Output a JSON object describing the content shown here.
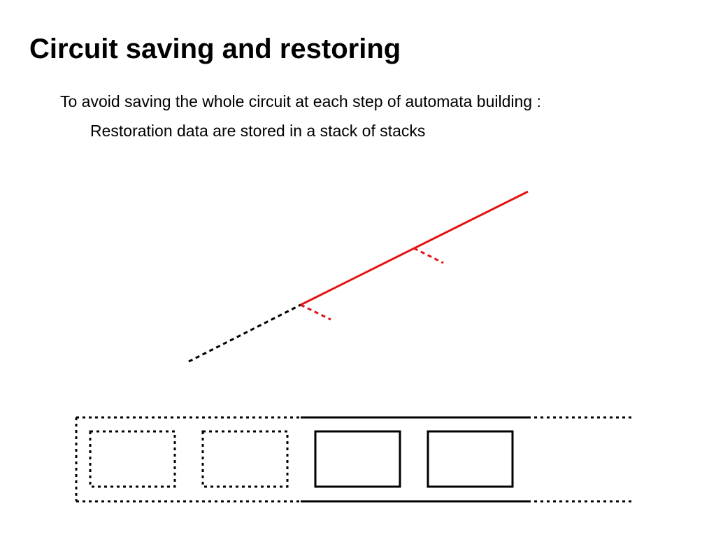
{
  "slide": {
    "title": "Circuit saving and restoring",
    "bullets": [
      "To avoid saving the whole circuit at each step of automata building :",
      "Restoration data are stored in a stack of stacks"
    ]
  },
  "diagram": {
    "colors": {
      "active_path": "#e31414",
      "saved_path": "#000000",
      "stack_border": "#000000"
    },
    "stack_frames": 4,
    "dashed_frames": 2,
    "solid_frames": 2
  }
}
